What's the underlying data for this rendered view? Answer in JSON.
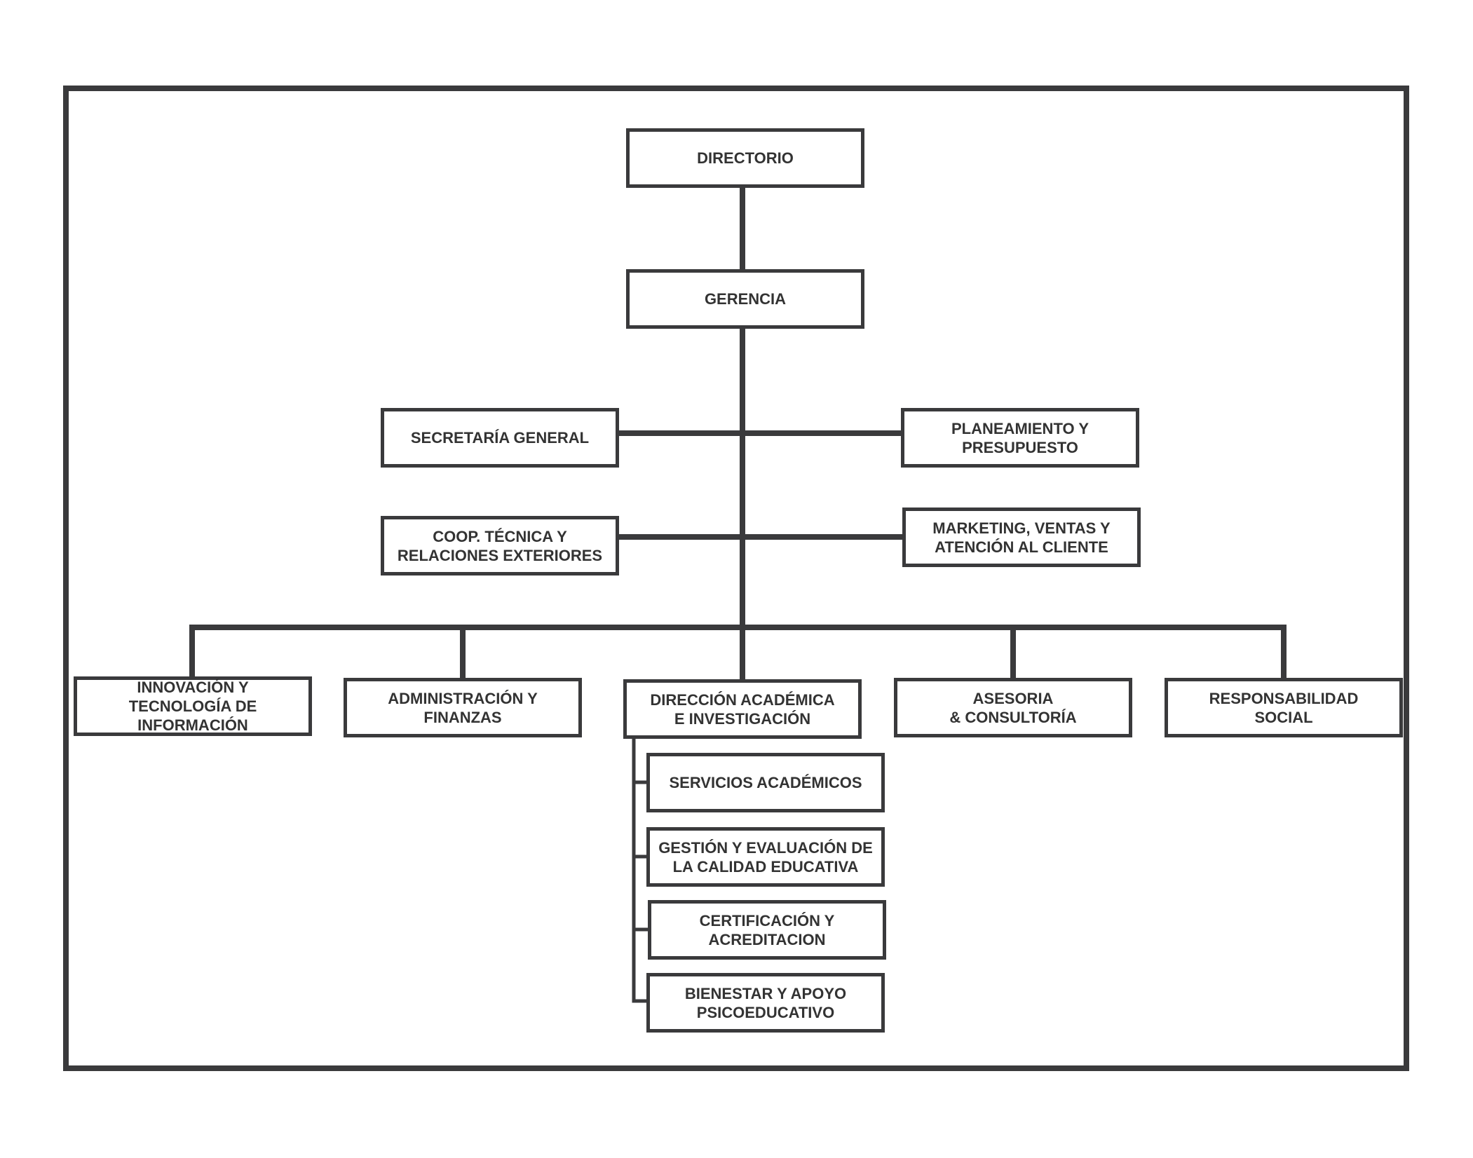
{
  "diagram": {
    "nodes": {
      "directorio": "DIRECTORIO",
      "gerencia": "GERENCIA",
      "secretaria_general": "SECRETARÍA GENERAL",
      "planeamiento": "PLANEAMIENTO Y PRESUPUESTO",
      "coop_tecnica": "COOP. TÉCNICA Y\nRELACIONES EXTERIORES",
      "marketing": "MARKETING, VENTAS Y\nATENCIÓN AL CLIENTE",
      "innovacion": "INNOVACIÓN Y\nTECNOLOGÍA DE INFORMACIÓN",
      "administracion": "ADMINISTRACIÓN Y FINANZAS",
      "direccion_academica": "DIRECCIÓN ACADÉMICA\nE INVESTIGACIÓN",
      "asesoria": "ASESORIA\n& CONSULTORÍA",
      "responsabilidad": "RESPONSABILIDAD\nSOCIAL",
      "servicios_academicos": "SERVICIOS ACADÉMICOS",
      "gestion_calidad": "GESTIÓN Y  EVALUACIÓN DE\nLA CALIDAD EDUCATIVA",
      "certificacion": "CERTIFICACIÓN Y\nACREDITACION",
      "bienestar": "BIENESTAR Y APOYO\nPSICOEDUCATIVO"
    },
    "edges": [
      [
        "directorio",
        "gerencia"
      ],
      [
        "gerencia",
        "secretaria_general"
      ],
      [
        "gerencia",
        "planeamiento"
      ],
      [
        "gerencia",
        "coop_tecnica"
      ],
      [
        "gerencia",
        "marketing"
      ],
      [
        "gerencia",
        "innovacion"
      ],
      [
        "gerencia",
        "administracion"
      ],
      [
        "gerencia",
        "direccion_academica"
      ],
      [
        "gerencia",
        "asesoria"
      ],
      [
        "gerencia",
        "responsabilidad"
      ],
      [
        "direccion_academica",
        "servicios_academicos"
      ],
      [
        "direccion_academica",
        "gestion_calidad"
      ],
      [
        "direccion_academica",
        "certificacion"
      ],
      [
        "direccion_academica",
        "bienestar"
      ]
    ],
    "colors": {
      "line": "#3a3a3c",
      "text": "#333333",
      "background": "#ffffff"
    }
  }
}
